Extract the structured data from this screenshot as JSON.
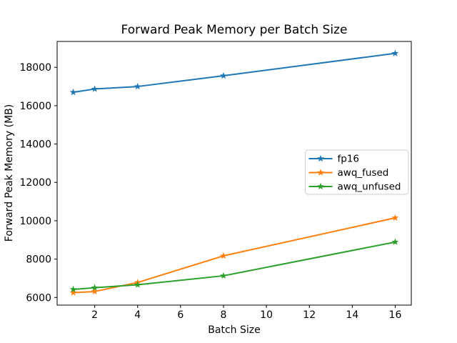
{
  "chart_data": {
    "type": "line",
    "title": "Forward Peak Memory per Batch Size",
    "xlabel": "Batch Size",
    "ylabel": "Forward Peak Memory (MB)",
    "x": [
      1,
      2,
      4,
      8,
      16
    ],
    "series": [
      {
        "name": "fp16",
        "color": "#1f77b4",
        "values": [
          16700,
          16870,
          17000,
          17560,
          18730
        ]
      },
      {
        "name": "awq_fused",
        "color": "#ff7f0e",
        "values": [
          6250,
          6310,
          6780,
          8170,
          10150
        ]
      },
      {
        "name": "awq_unfused",
        "color": "#2ca02c",
        "values": [
          6420,
          6510,
          6660,
          7130,
          8890
        ]
      }
    ],
    "xlim": [
      0.25,
      16.75
    ],
    "ylim": [
      5600,
      19350
    ],
    "xticks": [
      2,
      4,
      6,
      8,
      10,
      12,
      14,
      16
    ],
    "yticks": [
      6000,
      8000,
      10000,
      12000,
      14000,
      16000,
      18000
    ],
    "grid": false,
    "marker": "star",
    "line_width": 2,
    "legend_position": "center-right",
    "background": "#ffffff",
    "spine_color": "#000000"
  }
}
